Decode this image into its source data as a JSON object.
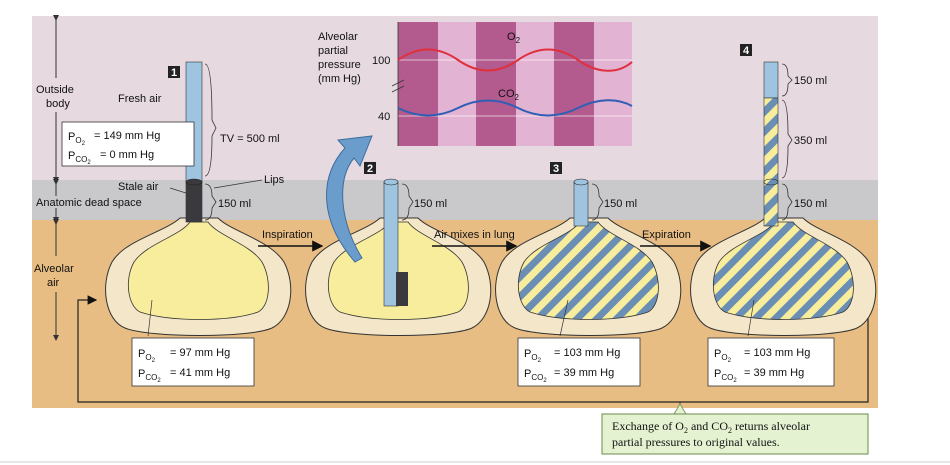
{
  "zones": {
    "outside_body": "Outside body",
    "anatomic_dead_space": "Anatomic dead space",
    "alveolar_air": "Alveolar air"
  },
  "stage1": {
    "number": "1",
    "fresh_air": "Fresh air",
    "po2": "= 149 mm Hg",
    "pco2": "= 0 mm Hg",
    "tv": "TV = 500 ml",
    "lips": "Lips",
    "stale_air": "Stale air",
    "dead_space_vol": "150 ml",
    "alv_po2": "= 97 mm Hg",
    "alv_pco2": "= 41 mm Hg"
  },
  "stage2": {
    "number": "2",
    "vol": "150 ml"
  },
  "stage3": {
    "number": "3",
    "vol": "150 ml",
    "po2": "= 103 mm Hg",
    "pco2": "= 39 mm Hg"
  },
  "stage4": {
    "number": "4",
    "vol_top": "150 ml",
    "vol_mid": "350 ml",
    "vol_bottom": "150 ml",
    "po2": "= 103 mm Hg",
    "pco2": "= 39 mm Hg"
  },
  "arrows": {
    "inspiration": "Inspiration",
    "air_mixes": "Air mixes in lung",
    "expiration": "Expiration"
  },
  "graph": {
    "ylabel_1": "Alveolar",
    "ylabel_2": "partial",
    "ylabel_3": "pressure",
    "ylabel_4": "(mm Hg)",
    "tick_100": "100",
    "tick_40": "40",
    "o2_label": "O",
    "o2_sub": "2",
    "co2_label": "CO",
    "co2_sub": "2",
    "o2_color": "#e0303c",
    "co2_color": "#2f5fb5",
    "band_dark": "#b35a8e",
    "band_light": "#e3b3d3"
  },
  "pressure_symbols": {
    "p": "P",
    "o2_sub": "O",
    "o2_subsub": "2",
    "co2_sub": "CO",
    "co2_subsub": "2"
  },
  "note": {
    "line1_a": "Exchange of O",
    "line1_sub1": "2",
    "line1_b": " and CO",
    "line1_sub2": "2",
    "line1_c": " returns alveolar",
    "line2": "partial pressures to original values."
  },
  "colors": {
    "outside_bg": "#e6d9e0",
    "dead_space_bg": "#c9c9cc",
    "alveolar_bg": "#e8bd83",
    "lung_wall": "#f4e6c8",
    "lung_fill": "#f7ed9c",
    "fresh_air_blue": "#9fc4e0",
    "stale_air_dark": "#3a3a3e",
    "note_bg": "#e4f2d2",
    "note_border": "#6a8a4a"
  }
}
